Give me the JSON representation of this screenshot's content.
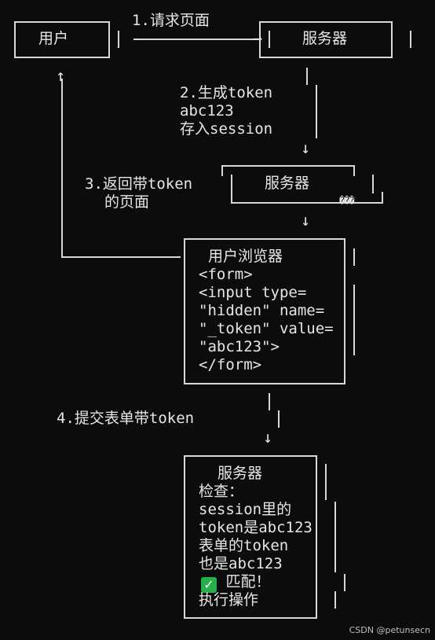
{
  "nodes": {
    "user": "用户",
    "server1": "服务器",
    "server2": "服务器",
    "browser_title": "用户浏览器",
    "server3_title": "服务器"
  },
  "steps": {
    "step1": "1.请求页面",
    "step2_line1": "2.生成token",
    "step2_line2": "abc123",
    "step2_line3": "存入session",
    "step3_line1": "3.返回带token",
    "step3_line2": "的页面",
    "step4": "4.提交表单带token"
  },
  "browser_lines": [
    "<form>",
    "<input type=",
    "\"hidden\" name=",
    "\"_token\" value=",
    "\"abc123\">",
    "</form>"
  ],
  "server3_lines": [
    "检查：",
    "session里的",
    "token是abc123",
    "表单的token",
    "也是abc123",
    "匹配！",
    "执行操作"
  ],
  "glyphs": {
    "check_mark": "✓",
    "garbled": "���",
    "arrow_right": "→",
    "arrow_down": "↓",
    "arrow_up": "↑"
  },
  "footer": "CSDN @petunsecn"
}
